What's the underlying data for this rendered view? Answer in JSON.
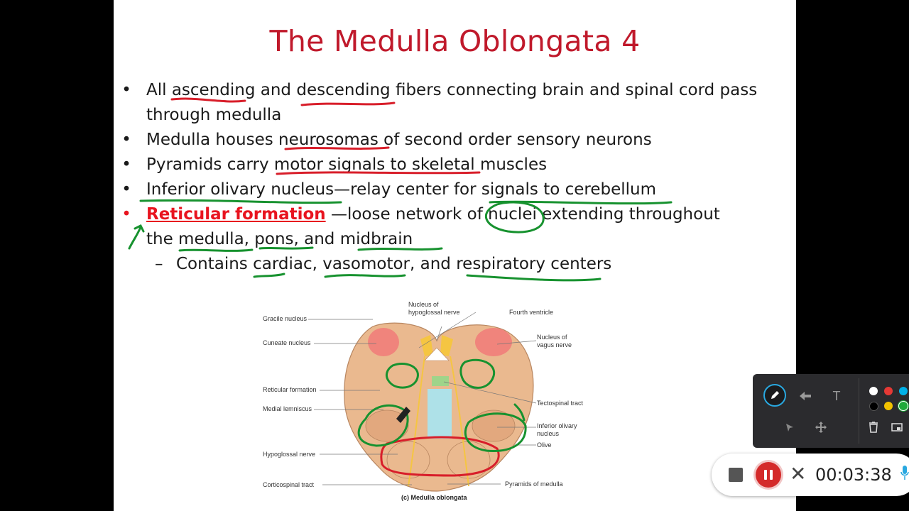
{
  "slide": {
    "title": "The Medulla Oblongata 4",
    "bullets": [
      {
        "parts": [
          "All ",
          "ascending",
          " and ",
          "descending",
          " fibers connecting brain and spinal cord pass"
        ],
        "cont": "through medulla"
      },
      {
        "text": "Medulla houses neurosomas of second order sensory neurons"
      },
      {
        "text": "Pyramids carry motor signals to skeletal muscles"
      },
      {
        "text": "Inferior olivary nucleus—relay center for signals to cerebellum"
      },
      {
        "highlight": "Reticular formation",
        "rest": " —loose network of nuclei extending throughout",
        "cont": "the medulla, pons, and midbrain"
      }
    ],
    "sub_bullet": {
      "dash": "–",
      "text": "Contains cardiac, vasomotor, and respiratory centers"
    },
    "bullet_symbol": "•"
  },
  "diagram": {
    "labels_left": [
      "Gracile nucleus",
      "Cuneate nucleus",
      "Reticular formation",
      "Medial lemniscus",
      "Hypoglossal nerve",
      "Corticospinal tract"
    ],
    "labels_top": [
      "Nucleus of",
      "hypoglossal nerve"
    ],
    "labels_right": [
      "Fourth ventricle",
      "Nucleus of",
      "vagus nerve",
      "Tectospinal tract",
      "Inferior olivary",
      "nucleus",
      "Olive",
      "Pyramids of medulla"
    ],
    "caption": "(c) Medulla oblongata"
  },
  "toolbar": {
    "tools": [
      "pen-icon",
      "arrow-icon",
      "text-icon",
      "select-icon",
      "move-icon"
    ],
    "text_tool_label": "T",
    "colors": [
      "#ffffff",
      "#e53935",
      "#00b0e8",
      "#000000",
      "#f2c200",
      "#1faa3a"
    ],
    "actions": [
      "trash-icon",
      "screen-icon"
    ]
  },
  "recorder": {
    "timer": "00:03:38",
    "cancel_symbol": "✕"
  },
  "colors": {
    "title": "#c0192b",
    "highlight": "#e8141f",
    "ink_red": "#d81e2a",
    "ink_green": "#17922f",
    "accent": "#29a8e0"
  }
}
